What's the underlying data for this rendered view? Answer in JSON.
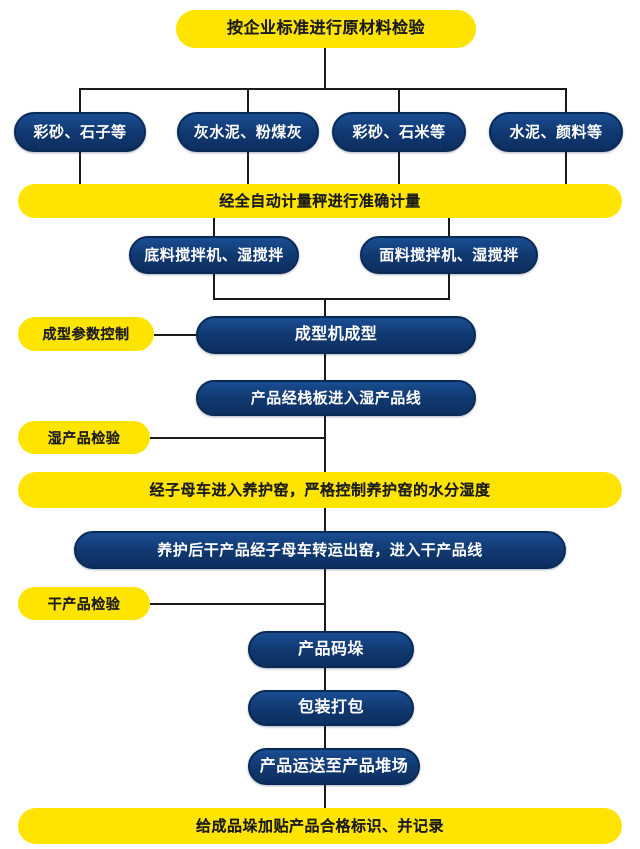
{
  "diagram": {
    "title_text": "按企业标准进行原材料检验",
    "colors": {
      "yellow_fill": "#ffe400",
      "blue_fill": "#113f7d",
      "blue_border": "#0a2a56",
      "line": "#1a1a1a",
      "yellow_text": "#1c1c1c",
      "blue_text": "#ffffff",
      "background": "#ffffff"
    },
    "nodes": {
      "inspect_raw_material": "按企业标准进行原材料检验",
      "material_1": "彩砂、石子等",
      "material_2": "灰水泥、粉煤灰",
      "material_3": "彩砂、石米等",
      "material_4": "水泥、颜料等",
      "weighing": "经全自动计量秤进行准确计量",
      "base_mixer": "底料搅拌机、湿搅拌",
      "face_mixer": "面料搅拌机、湿搅拌",
      "forming_params": "成型参数控制",
      "forming_machine": "成型机成型",
      "pallet_to_wet_line": "产品经栈板进入湿产品线",
      "wet_product_inspection": "湿产品检验",
      "curing_kiln": "经子母车进入养护窑，严格控制养护窑的水分湿度",
      "out_of_kiln": "养护后干产品经子母车转运出窑，进入干产品线",
      "dry_product_inspection": "干产品检验",
      "stacking": "产品码垛",
      "packing": "包装打包",
      "transport_to_yard": "产品运送至产品堆场",
      "label_and_record": "给成品垛加贴产品合格标识、并记录"
    }
  }
}
